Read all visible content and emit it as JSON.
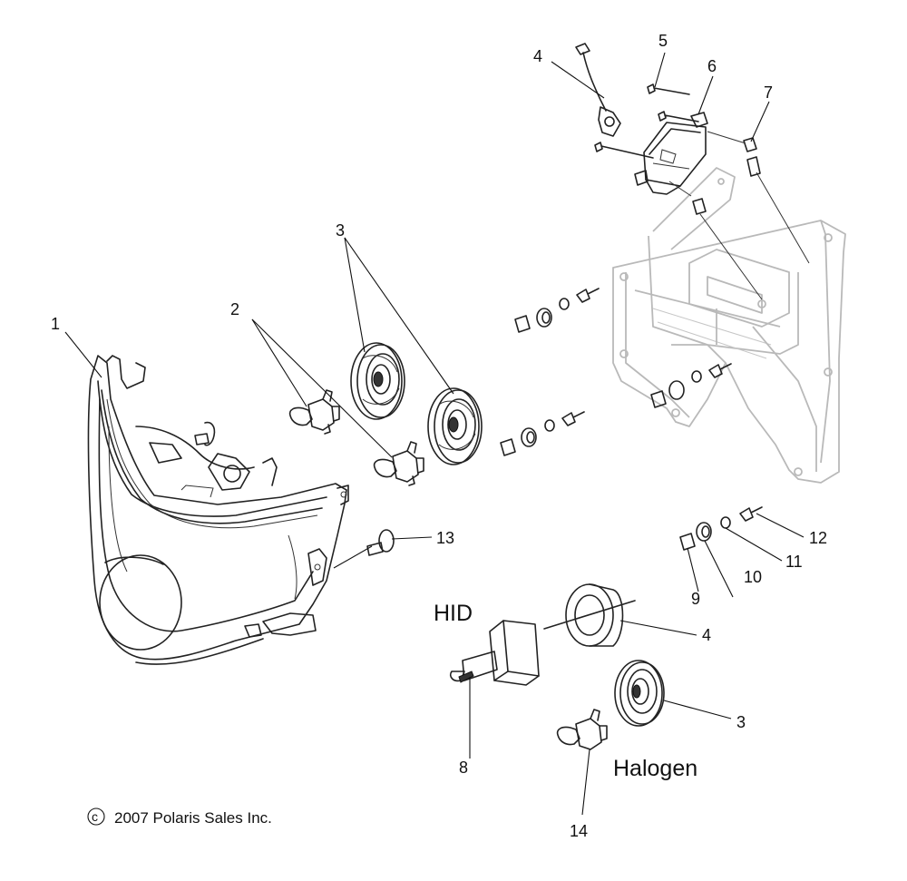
{
  "callouts": {
    "c1": "1",
    "c2": "2",
    "c3_top": "3",
    "c3_bottom": "3",
    "c4_top": "4",
    "c4_bottom": "4",
    "c5": "5",
    "c6": "6",
    "c7": "7",
    "c8": "8",
    "c9": "9",
    "c10": "10",
    "c11": "11",
    "c12": "12",
    "c13": "13",
    "c14": "14"
  },
  "group_labels": {
    "hid": "HID",
    "halogen": "Halogen"
  },
  "copyright": "2007 Polaris Sales Inc.",
  "copyright_symbol": "c"
}
